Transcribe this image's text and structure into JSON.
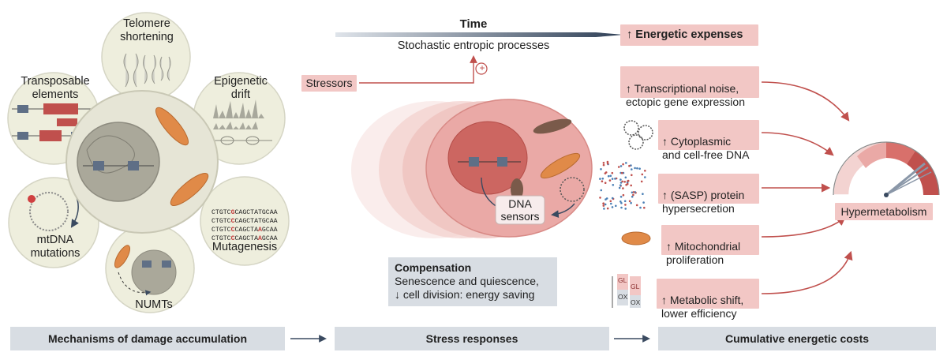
{
  "time": {
    "label": "Time",
    "process": "Stochastic entropic processes"
  },
  "stressors": {
    "label": "Stressors",
    "plus": "+"
  },
  "mechanisms": {
    "telomere": "Telomere\nshortening",
    "epigenetic": "Epigenetic\ndrift",
    "transposable": "Transposable\nelements",
    "mtdna": "mtDNA\nmutations",
    "numts": "NUMTs",
    "mutagenesis": "Mutagenesis",
    "dna_lines": [
      "CTGTCGCAGCTATGCAA",
      "CTGTCCCAGCTATGCAA",
      "CTGTCCCAGCTAAGCAA",
      "CTGTCCCAGCTAAGCAA"
    ]
  },
  "stress": {
    "dna_sensors": "DNA\nsensors",
    "compensation_title": "Compensation",
    "compensation_line1": "Senescence and quiescence,",
    "compensation_line2": "↓ cell division: energy saving"
  },
  "costs": {
    "energetic_expenses": "↑ Energetic expenses",
    "transcriptional": "↑ Transcriptional noise,\nectopic gene expression",
    "cytoplasmic": "↑ Cytoplasmic\nand cell-free DNA",
    "sasp": "↑ (SASP) protein\nhypersecretion",
    "mito": "↑ Mitochondrial\nproliferation",
    "metabolic": "↑ Metabolic shift,\nlower efficiency",
    "gl": "GL",
    "ox": "OX"
  },
  "gauge": {
    "label": "Hypermetabolism"
  },
  "footer": {
    "mechanisms": "Mechanisms of damage accumulation",
    "stress": "Stress responses",
    "costs": "Cumulative energetic costs"
  },
  "colors": {
    "pink_box": "#f2c7c5",
    "arrow_red": "#c0504d",
    "navy": "#2d3e55",
    "footer_bg": "#d8dde3",
    "petal_bg": "#eeeedd"
  }
}
